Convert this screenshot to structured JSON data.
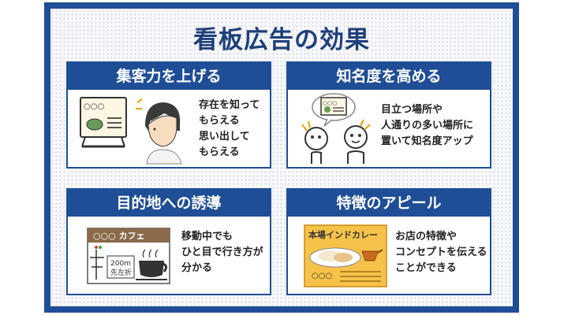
{
  "title": "看板広告の効果",
  "cards": [
    {
      "heading": "集客力を上げる",
      "lines": [
        "存在を知って",
        "もらえる",
        "思い出して",
        "もらえる"
      ],
      "sign_circles": "○○○"
    },
    {
      "heading": "知名度を高める",
      "lines": [
        "目立つ場所や",
        "人通りの多い場所に",
        "置いて知名度アップ"
      ],
      "sign_circles": "○○○"
    },
    {
      "heading": "目的地への誘導",
      "lines": [
        "移動中でも",
        "ひと目で行き方が",
        "分かる"
      ],
      "sign_title": "○○○ カフェ",
      "distance": "200m",
      "direction": "先左折"
    },
    {
      "heading": "特徴のアピール",
      "lines": [
        "お店の特徴や",
        "コンセプトを伝える",
        "ことができる"
      ],
      "sign_title": "本場インドカレー",
      "sign_circles": "○○○"
    }
  ],
  "colors": {
    "frame": "#1f4e96",
    "heading_text": "#1f3f7a",
    "accent_yellow": "#f4c430"
  }
}
